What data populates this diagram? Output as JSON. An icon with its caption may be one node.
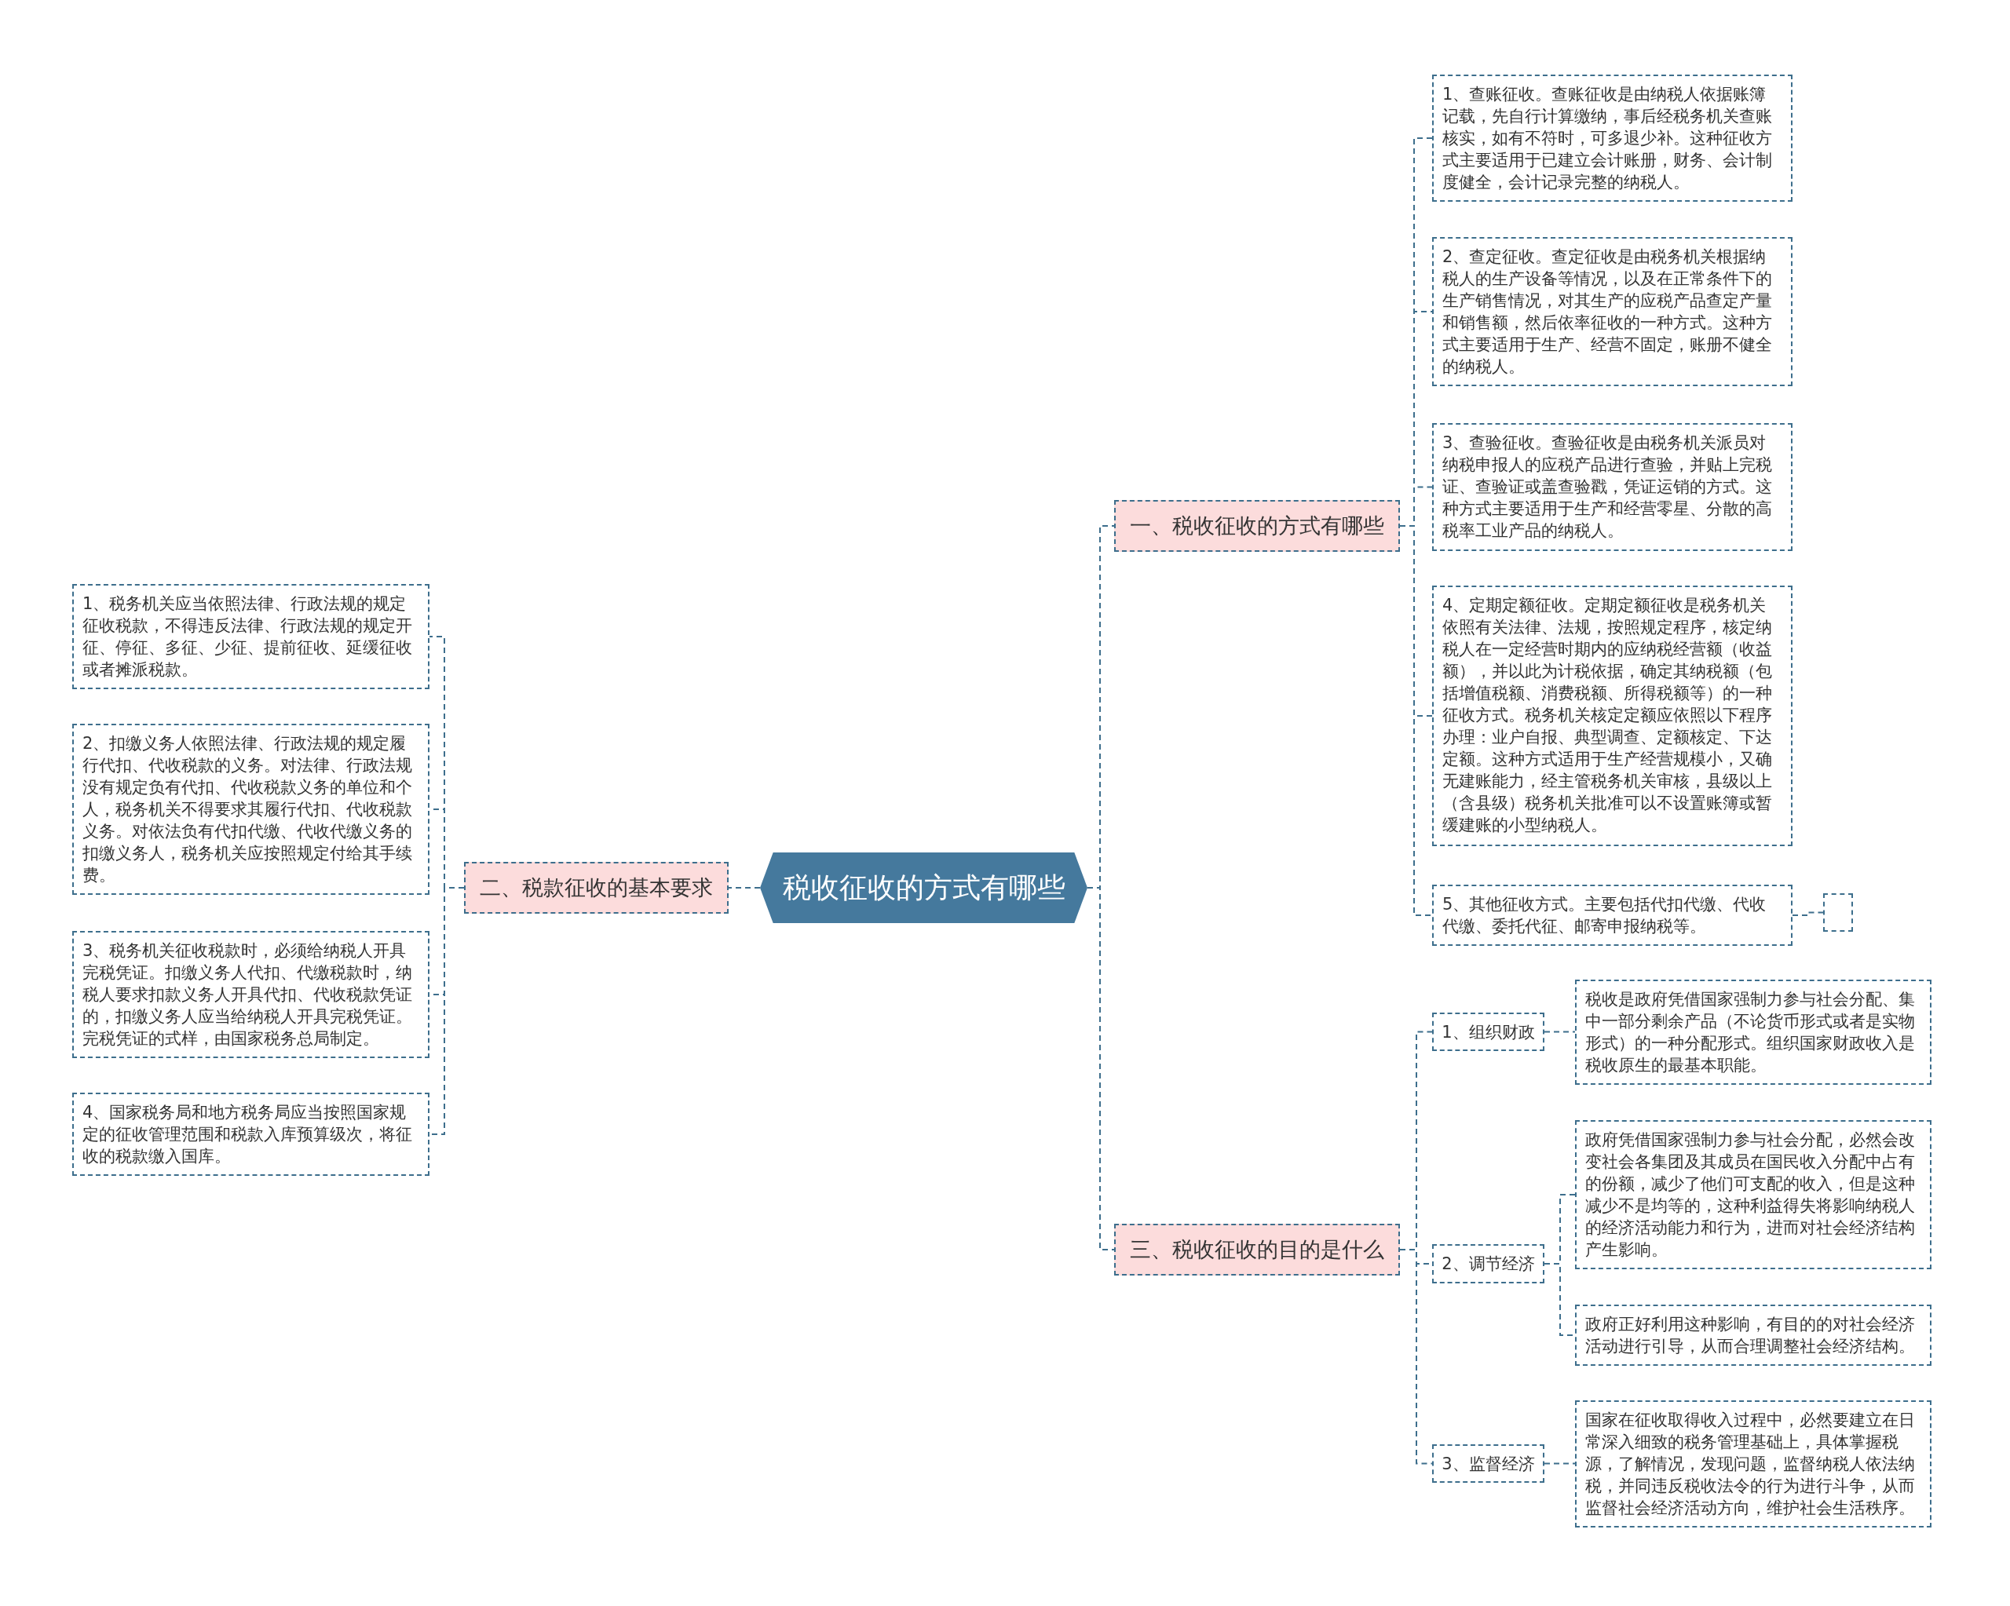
{
  "diagram": {
    "nodes": [
      {
        "text": [
          "税收征收的方式有哪些"
        ]
      },
      {
        "text": [
          "一、税收征收的方式有哪些"
        ]
      },
      {
        "text": [
          "1、查账征收。查账征收是由纳税人依据账簿记载，先自行计算缴纳，事后经税务机关查账核实，如有不符时，可多退少补。这种征收方式主要适用于已建立会计账册，财务、会计制度健全，会计记录完整的纳税人。"
        ]
      },
      {
        "text": [
          "2、查定征收。查定征收是由税务机关根据纳税人的生产设备等情况，以及在正常条件下的生产销售情况，对其生产的应税产品查定产量和销售额，然后依率征收的一种方式。这种方式主要适用于生产、经营不固定，账册不健全的纳税人。"
        ]
      },
      {
        "text": [
          "3、查验征收。查验征收是由税务机关派员对纳税申报人的应税产品进行查验，并贴上完税证、查验证或盖查验戳，凭证运销的方式。这种方式主要适用于生产和经营零星、分散的高税率工业产品的纳税人。"
        ]
      },
      {
        "text": [
          "4、定期定额征收。定期定额征收是税务机关依照有关法律、法规，按照规定程序，核定纳税人在一定经营时期内的应纳税经营额（收益额），并以此为计税依据，确定其纳税额（包括增值税额、消费税额、所得税额等）的一种征收方式。税务机关核定定额应依照以下程序办理：业户自报、典型调查、定额核定、下达定额。这种方式适用于生产经营规模小，又确无建账能力，经主管税务机关审核，县级以上（含县级）税务机关批准可以不设置账簿或暂缓建账的小型纳税人。"
        ]
      },
      {
        "text": [
          "5、其他征收方式。主要包括代扣代缴、代收代缴、委托代征、邮寄申报纳税等。"
        ]
      },
      {
        "text": [],
        "shape": "box"
      },
      {
        "text": [
          "二、税款征收的基本要求"
        ]
      },
      {
        "text": [
          "1、税务机关应当依照法律、行政法规的规定征收税款，不得违反法律、行政法规的规定开征、停征、多征、少征、提前征收、延缓征收或者摊派税款。"
        ]
      },
      {
        "text": [
          "2、扣缴义务人依照法律、行政法规的规定履行代扣、代收税款的义务。对法律、行政法规没有规定负有代扣、代收税款义务的单位和个人，税务机关不得要求其履行代扣、代收税款义务。对依法负有代扣代缴、代收代缴义务的扣缴义务人，税务机关应按照规定付给其手续费。"
        ]
      },
      {
        "text": [
          "3、税务机关征收税款时，必须给纳税人开具完税凭证。扣缴义务人代扣、代缴税款时，纳税人要求扣款义务人开具代扣、代收税款凭证的，扣缴义务人应当给纳税人开具完税凭证。完税凭证的式样，由国家税务总局制定。"
        ]
      },
      {
        "text": [
          "4、国家税务局和地方税务局应当按照国家规定的征收管理范围和税款入库预算级次，将征收的税款缴入国库。"
        ]
      },
      {
        "text": [
          "三、税收征收的目的是什么"
        ]
      },
      {
        "text": [
          "1、组织财政"
        ]
      },
      {
        "text": [
          "税收是政府凭借国家强制力参与社会分配、集中一部分剩余产品（不论货币形式或者是实物形式）的一种分配形式。组织国家财政收入是税收原生的最基本职能。"
        ]
      },
      {
        "text": [
          "2、调节经济"
        ]
      },
      {
        "text": [
          "政府凭借国家强制力参与社会分配，必然会改变社会各集团及其成员在国民收入分配中占有的份额，减少了他们可支配的收入，但是这种减少不是均等的，这种利益得失将影响纳税人的经济活动能力和行为，进而对社会经济结构产生影响。"
        ]
      },
      {
        "text": [
          "政府正好利用这种影响，有目的的对社会经济活动进行引导，从而合理调整社会经济结构。"
        ]
      },
      {
        "text": [
          "3、监督经济"
        ]
      },
      {
        "text": [
          "国家在征收取得收入过程中，必然要建立在日常深入细致的税务管理基础上，具体掌握税源，了解情况，发现问题，监督纳税人依法纳税，并同违反税收法令的行为进行斗争，从而监督社会经济活动方向，维护社会生活秩序。"
        ]
      }
    ],
    "edges": [
      {
        "from": 0,
        "to": 1,
        "arrow": "none"
      },
      {
        "from": 1,
        "to": 2,
        "arrow": "none"
      },
      {
        "from": 1,
        "to": 3,
        "arrow": "none"
      },
      {
        "from": 1,
        "to": 4,
        "arrow": "none"
      },
      {
        "from": 1,
        "to": 5,
        "arrow": "none"
      },
      {
        "from": 1,
        "to": 6,
        "arrow": "none"
      },
      {
        "from": 6,
        "to": 7,
        "arrow": "none"
      },
      {
        "from": 0,
        "to": 8,
        "arrow": "none"
      },
      {
        "from": 8,
        "to": 9,
        "arrow": "none"
      },
      {
        "from": 8,
        "to": 10,
        "arrow": "none"
      },
      {
        "from": 8,
        "to": 11,
        "arrow": "none"
      },
      {
        "from": 8,
        "to": 12,
        "arrow": "none"
      },
      {
        "from": 0,
        "to": 13,
        "arrow": "none"
      },
      {
        "from": 13,
        "to": 14,
        "arrow": "none"
      },
      {
        "from": 14,
        "to": 15,
        "arrow": "none"
      },
      {
        "from": 13,
        "to": 16,
        "arrow": "none"
      },
      {
        "from": 16,
        "to": 17,
        "arrow": "none"
      },
      {
        "from": 16,
        "to": 18,
        "arrow": "none"
      },
      {
        "from": 13,
        "to": 19,
        "arrow": "none"
      },
      {
        "from": 19,
        "to": 20,
        "arrow": "none"
      }
    ]
  }
}
